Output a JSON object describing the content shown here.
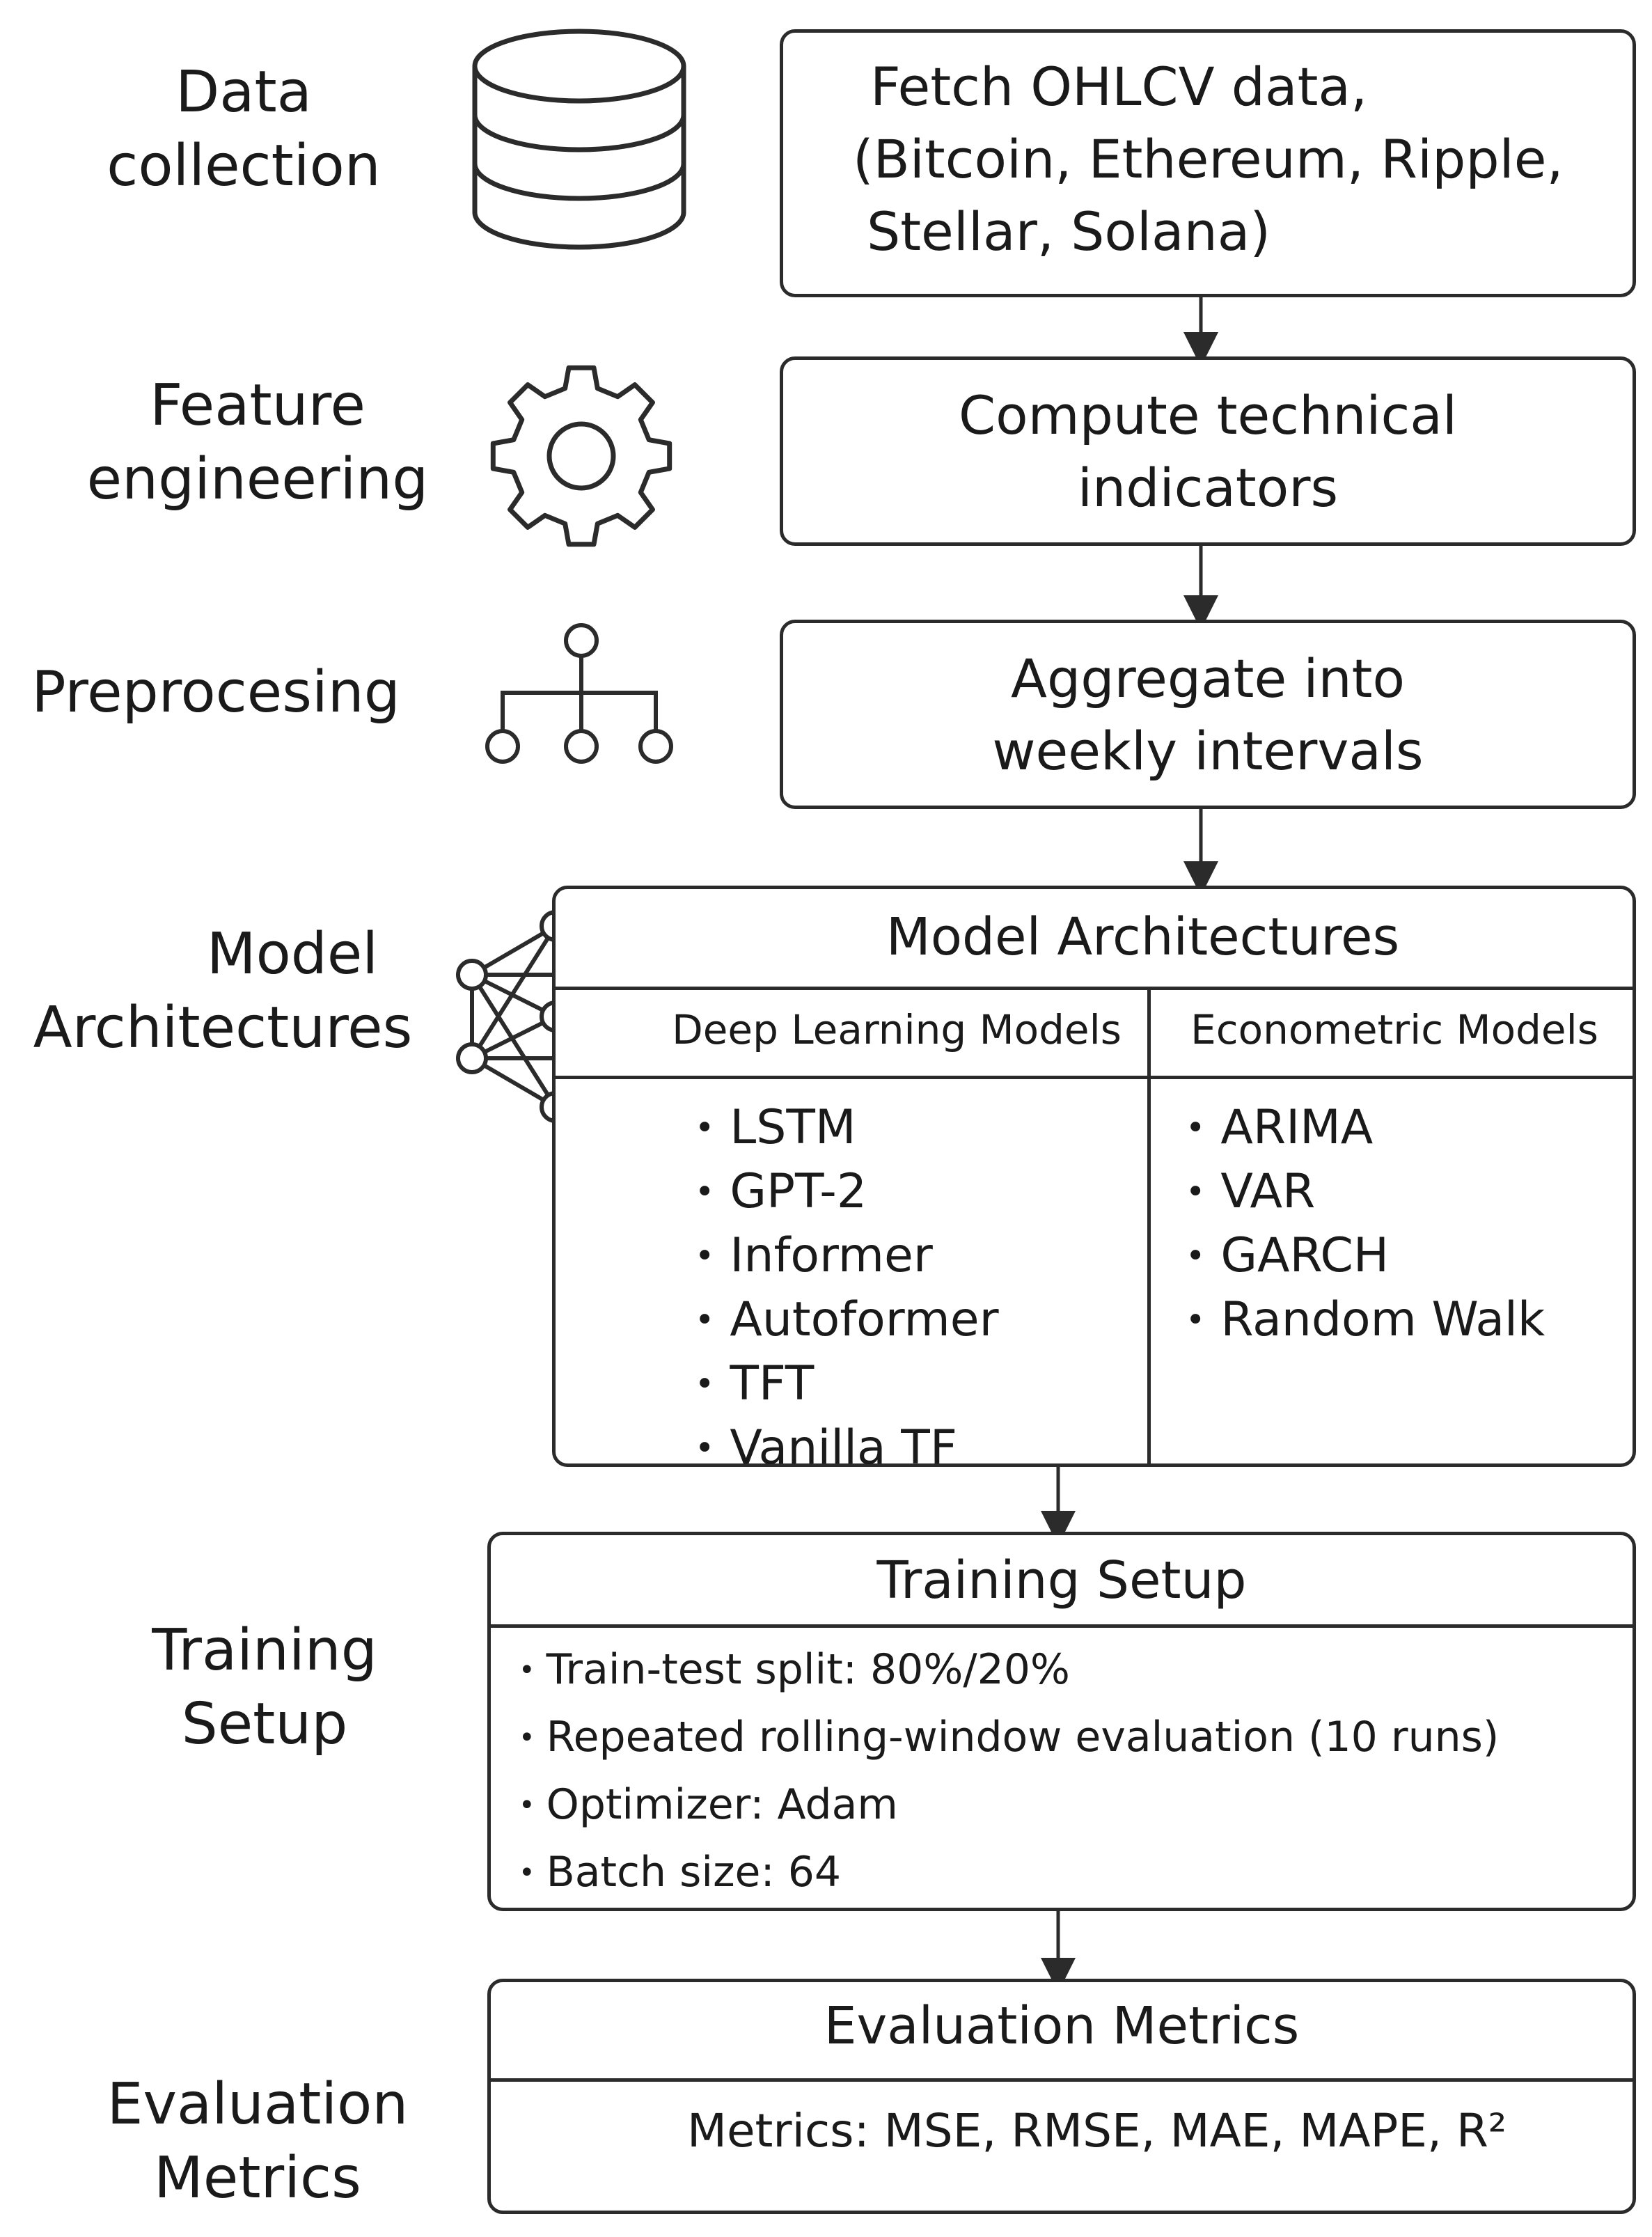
{
  "stages": {
    "data_collection": {
      "label_lines": [
        "Data",
        "collection"
      ],
      "box_lines": [
        "Fetch OHLCV data,",
        "(Bitcoin, Ethereum, Ripple,",
        "Stellar, Solana)"
      ],
      "icon": "database-icon"
    },
    "feature_engineering": {
      "label_lines": [
        "Feature",
        "engineering"
      ],
      "box_lines": [
        "Compute technical",
        "indicators"
      ],
      "icon": "gear-icon"
    },
    "preprocessing": {
      "label": "Preprocesing",
      "box_lines": [
        "Aggregate into",
        "weekly intervals"
      ],
      "icon": "hierarchy-icon"
    },
    "model_architectures": {
      "label_lines": [
        "Model",
        "Architectures"
      ],
      "title": "Model Architectures",
      "icon": "neural-network-icon",
      "deep_learning": {
        "header": "Deep Learning Models",
        "items": [
          "LSTM",
          "GPT-2",
          "Informer",
          "Autoformer",
          "TFT",
          "Vanilla TF"
        ]
      },
      "econometric": {
        "header": "Econometric Models",
        "items": [
          "ARIMA",
          "VAR",
          "GARCH",
          "Random Walk"
        ]
      }
    },
    "training_setup": {
      "label_lines": [
        "Training",
        "Setup"
      ],
      "title": "Training Setup",
      "items": [
        "Train-test split: 80%/20%",
        "Repeated rolling-window evaluation (10 runs)",
        "Optimizer: Adam",
        "Batch size: 64"
      ]
    },
    "evaluation_metrics": {
      "label_lines": [
        "Evaluation",
        "Metrics"
      ],
      "title": "Evaluation Metrics",
      "metrics_text": "Metrics: MSE, RMSE, MAE, MAPE, R²",
      "icon": "line-chart-icon"
    }
  },
  "colors": {
    "stroke": "#2b2b2b",
    "text": "#1a1a1a",
    "background": "#ffffff"
  }
}
